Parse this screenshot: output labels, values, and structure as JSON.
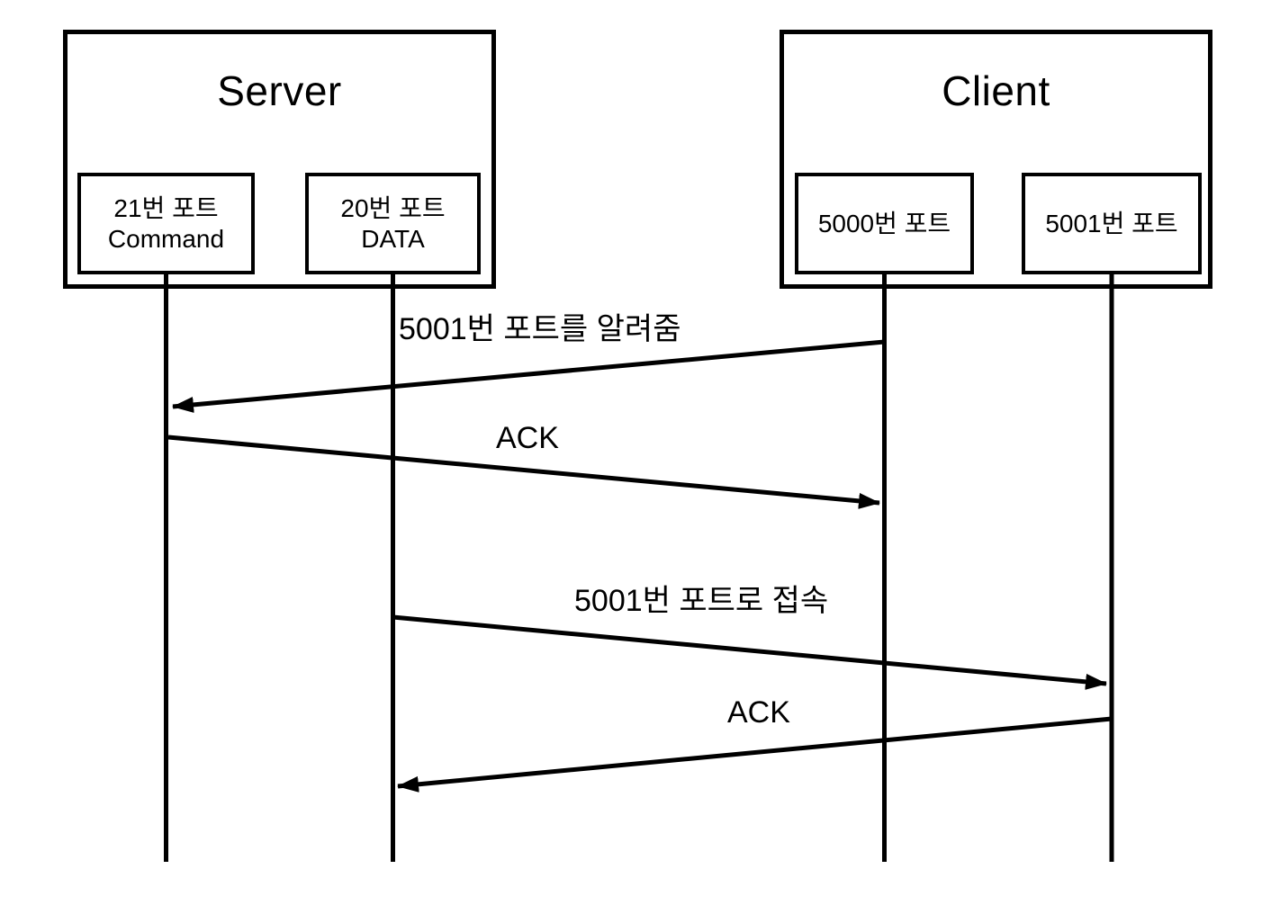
{
  "diagram": {
    "background_color": "#ffffff",
    "stroke_color": "#000000",
    "type": "sequence-diagram",
    "actors": [
      {
        "id": "server",
        "title": "Server",
        "ports": [
          {
            "id": "port-21",
            "line1": "21번 포트",
            "line2": "Command"
          },
          {
            "id": "port-20",
            "line1": "20번 포트",
            "line2": "DATA"
          }
        ]
      },
      {
        "id": "client",
        "title": "Client",
        "ports": [
          {
            "id": "port-5000",
            "line1": "5000번 포트"
          },
          {
            "id": "port-5001",
            "line1": "5001번 포트"
          }
        ]
      }
    ],
    "messages": [
      {
        "label": "5001번 포트를 알려줌",
        "from": "port-5000",
        "to": "port-21",
        "direction": "right-to-left"
      },
      {
        "label": "ACK",
        "from": "port-21",
        "to": "port-5000",
        "direction": "left-to-right"
      },
      {
        "label": "5001번 포트로 접속",
        "from": "port-20",
        "to": "port-5001",
        "direction": "left-to-right"
      },
      {
        "label": "ACK",
        "from": "port-5001",
        "to": "port-20",
        "direction": "right-to-left"
      }
    ]
  }
}
